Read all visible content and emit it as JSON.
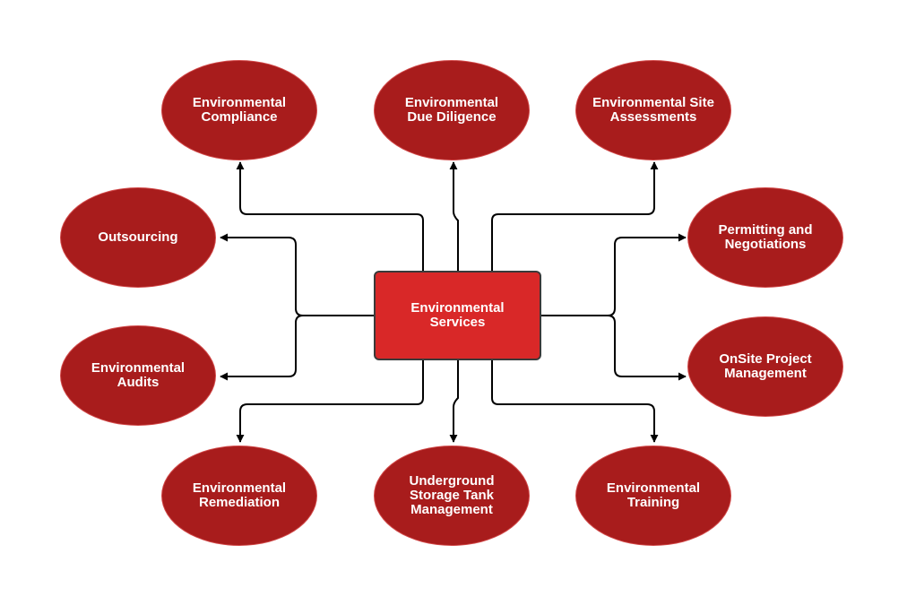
{
  "center": {
    "label": "Environmental\nServices",
    "fill": "#d92828",
    "border": "#3a3a3a"
  },
  "nodes": {
    "compliance": "Environmental\nCompliance",
    "due_diligence": "Environmental\nDue Diligence",
    "site_assessments": "Environmental Site\nAssessments",
    "outsourcing": "Outsourcing",
    "permitting": "Permitting and\nNegotiations",
    "audits": "Environmental\nAudits",
    "onsite": "OnSite Project\nManagement",
    "remediation": "Environmental\nRemediation",
    "ust": "Underground\nStorage Tank\nManagement",
    "training": "Environmental\nTraining"
  },
  "colors": {
    "node_fill": "#a81c1c",
    "node_border": "#d24a4a",
    "connector": "#000000",
    "text": "#ffffff"
  }
}
